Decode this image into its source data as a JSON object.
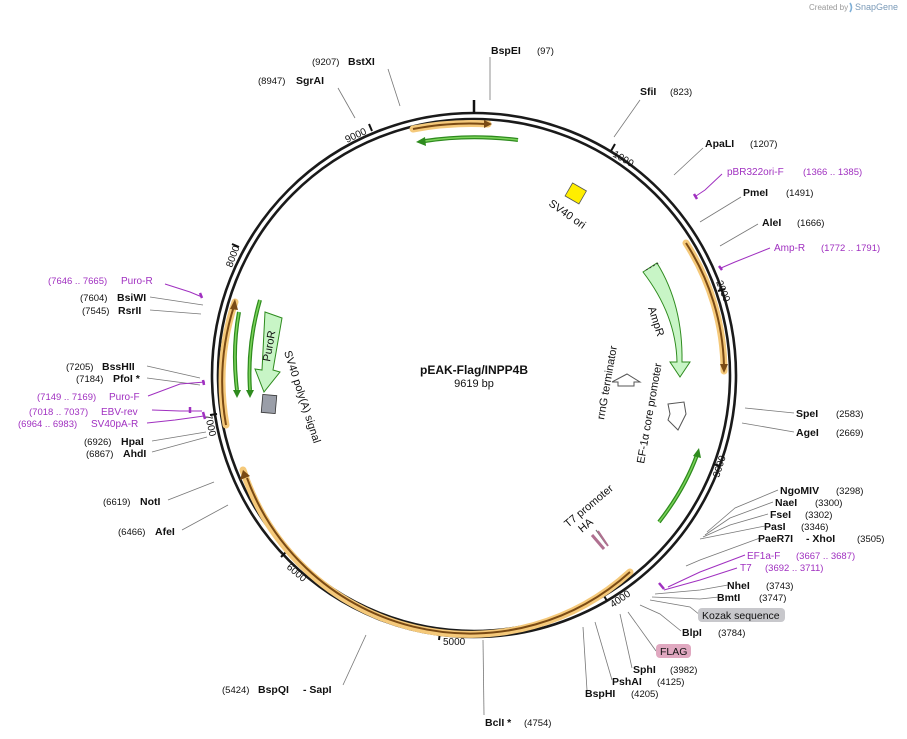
{
  "credit": {
    "prefix": "Created by",
    "brand": "SnapGene"
  },
  "plasmid": {
    "name": "pEAK-Flag/INPP4B",
    "size_label": "9619 bp"
  },
  "ticks": [
    "1000",
    "2000",
    "3000",
    "4000",
    "5000",
    "6000",
    "7000",
    "8000",
    "9000"
  ],
  "features": {
    "sv40_ori": "SV40 ori",
    "ampr": "AmpR",
    "rrng_terminator": "rrnG terminator",
    "ef1a_core_promoter": "EF-1α core promoter",
    "t7_promoter": "T7 promoter",
    "ha": "HA",
    "puror": "PuroR",
    "sv40_polya": "SV40 poly(A) signal"
  },
  "enzymes": {
    "bstxi": {
      "name": "BstXI",
      "pos": "(9207)"
    },
    "sgrai": {
      "name": "SgrAI",
      "pos": "(8947)"
    },
    "bspei": {
      "name": "BspEI",
      "pos": "(97)"
    },
    "sfii": {
      "name": "SfiI",
      "pos": "(823)"
    },
    "apali": {
      "name": "ApaLI",
      "pos": "(1207)"
    },
    "pmei": {
      "name": "PmeI",
      "pos": "(1491)"
    },
    "alei": {
      "name": "AleI",
      "pos": "(1666)"
    },
    "spei": {
      "name": "SpeI",
      "pos": "(2583)"
    },
    "agei": {
      "name": "AgeI",
      "pos": "(2669)"
    },
    "ngomiv": {
      "name": "NgoMIV",
      "pos": "(3298)"
    },
    "naei": {
      "name": "NaeI",
      "pos": "(3300)"
    },
    "fsei": {
      "name": "FseI",
      "pos": "(3302)"
    },
    "pasi": {
      "name": "PasI",
      "pos": "(3346)"
    },
    "paer7i": {
      "name": "PaeR7I",
      "pos": "(3505)"
    },
    "xhoi": {
      "name": "- XhoI"
    },
    "nhei": {
      "name": "NheI",
      "pos": "(3743)"
    },
    "bmti": {
      "name": "BmtI",
      "pos": "(3747)"
    },
    "blpi": {
      "name": "BlpI",
      "pos": "(3784)"
    },
    "sphi": {
      "name": "SphI",
      "pos": "(3982)"
    },
    "pshai": {
      "name": "PshAI",
      "pos": "(4125)"
    },
    "bsphi": {
      "name": "BspHI",
      "pos": "(4205)"
    },
    "bcli": {
      "name": "BclI *",
      "pos": "(4754)"
    },
    "bspqi": {
      "name": "BspQI",
      "pos": "(5424)"
    },
    "sapi": {
      "name": "- SapI"
    },
    "afei": {
      "name": "AfeI",
      "pos": "(6466)"
    },
    "noti": {
      "name": "NotI",
      "pos": "(6619)"
    },
    "ahdi": {
      "name": "AhdI",
      "pos": "(6867)"
    },
    "hpai": {
      "name": "HpaI",
      "pos": "(6926)"
    },
    "pfoi": {
      "name": "PfoI *",
      "pos": "(7184)"
    },
    "bsshii": {
      "name": "BssHII",
      "pos": "(7205)"
    },
    "rsrii": {
      "name": "RsrII",
      "pos": "(7545)"
    },
    "bsiwi": {
      "name": "BsiWI",
      "pos": "(7604)"
    }
  },
  "primers": {
    "pbr322ori_f": {
      "name": "pBR322ori-F",
      "pos": "(1366 .. 1385)"
    },
    "amp_r": {
      "name": "Amp-R",
      "pos": "(1772 .. 1791)"
    },
    "ef1a_f": {
      "name": "EF1a-F",
      "pos": "(3667 .. 3687)"
    },
    "t7": {
      "name": "T7",
      "pos": "(3692 .. 3711)"
    },
    "puro_r": {
      "name": "Puro-R",
      "pos": "(7646 .. 7665)"
    },
    "puro_f": {
      "name": "Puro-F",
      "pos": "(7149 .. 7169)"
    },
    "ebv_rev": {
      "name": "EBV-rev",
      "pos": "(7018 .. 7037)"
    },
    "sv40pa_r": {
      "name": "SV40pA-R",
      "pos": "(6964 .. 6983)"
    }
  },
  "tags": {
    "kozak": "Kozak sequence",
    "flag": "FLAG"
  },
  "colors": {
    "backbone": "#1a1a1a",
    "orf_highlight": "#f5c97a",
    "orf_core": "#7a4a14",
    "green": "#2e8b1e",
    "green_fill": "#7bd35a",
    "ampr_fill": "#c8f5c6",
    "sv40_ori": "#ffee00",
    "primer": "#a030c0",
    "kozak_bg": "#c8c8cc",
    "flag_bg": "#e0a8c0",
    "polya": "#9a9ea8"
  }
}
